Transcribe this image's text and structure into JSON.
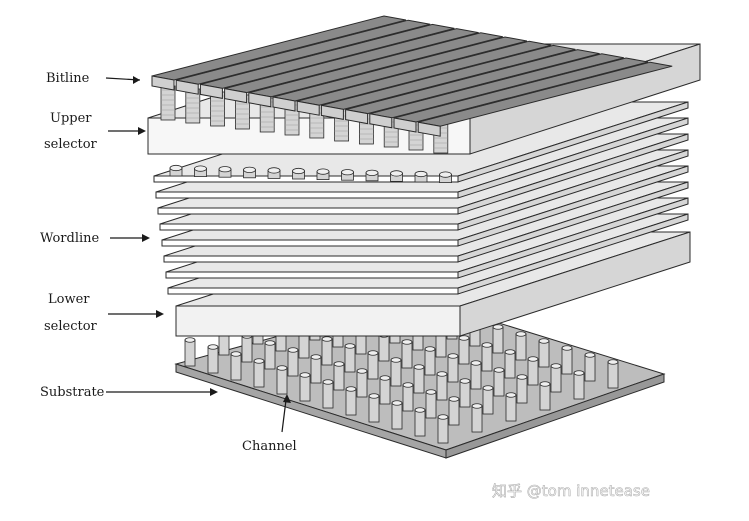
{
  "labels": {
    "bitline": "Bitline",
    "upper_selector_line1": "Upper",
    "upper_selector_line2": "selector",
    "wordline": "Wordline",
    "lower_selector_line1": "Lower",
    "lower_selector_line2": "selector",
    "substrate": "Substrate",
    "channel": "Channel"
  },
  "watermark": "知乎 @tom innetease",
  "structure": {
    "bitline_count": 12,
    "wordline_layers": 8,
    "channel_columns": 12,
    "channel_rows": 6
  },
  "colors": {
    "bitline_top": "#8a8a8a",
    "bitline_side": "#cfcfcf",
    "plate": "#f2f2f2",
    "plate_edge": "#9a9a9a",
    "substrate": "#bdbdbd",
    "pillar": "#d4d4d4",
    "stroke": "#2b2b2b",
    "arrow": "#1a1a1a"
  }
}
